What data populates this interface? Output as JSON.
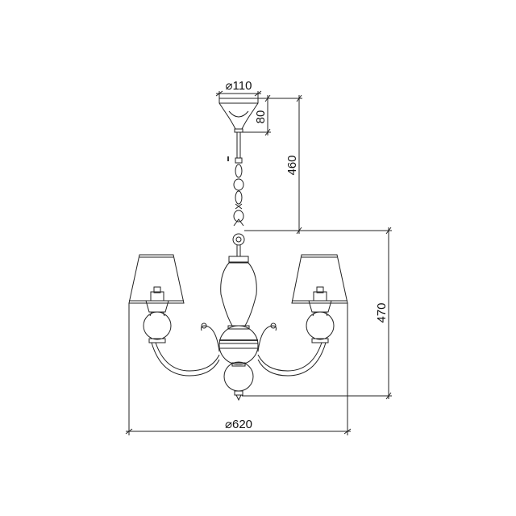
{
  "dimensions": {
    "canopy_diameter": "⌀110",
    "canopy_height": "80",
    "drop_height": "460",
    "body_height": "470",
    "overall_diameter": "⌀620"
  },
  "colors": {
    "line": "#222222",
    "background": "#ffffff"
  }
}
